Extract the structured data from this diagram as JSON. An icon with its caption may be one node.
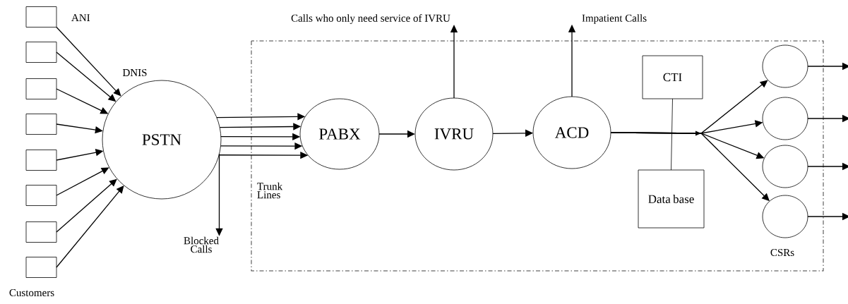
{
  "diagram": {
    "nodes": [
      {
        "text": [],
        "shape": "box"
      },
      {
        "text": [],
        "shape": "box"
      },
      {
        "text": [],
        "shape": "box"
      },
      {
        "text": [],
        "shape": "box"
      },
      {
        "text": [],
        "shape": "box"
      },
      {
        "text": [],
        "shape": "box"
      },
      {
        "text": [],
        "shape": "box"
      },
      {
        "text": [],
        "shape": "box"
      },
      {
        "text": [
          "PSTN"
        ],
        "beside": [
          "DNIS"
        ]
      },
      {
        "text": [
          "PABX"
        ]
      },
      {
        "text": [
          "IVRU"
        ]
      },
      {
        "text": [
          "ACD"
        ]
      },
      {
        "text": [
          "CTI"
        ]
      },
      {
        "text": [
          "Data base"
        ]
      },
      {
        "text": [],
        "shape": "circle"
      },
      {
        "text": [],
        "shape": "circle"
      },
      {
        "text": [],
        "shape": "circle"
      },
      {
        "text": [],
        "shape": "circle"
      },
      {
        "text": [
          "Blocked Calls"
        ]
      },
      {
        "text": [
          "Calls who only need service of IVRU"
        ]
      },
      {
        "text": [
          "Impatient Calls"
        ]
      }
    ],
    "edges": [
      {
        "from": 0,
        "to": 8,
        "arrow": "to"
      },
      {
        "from": 1,
        "to": 8,
        "arrow": "to"
      },
      {
        "from": 2,
        "to": 8,
        "arrow": "to"
      },
      {
        "from": 3,
        "to": 8,
        "arrow": "to"
      },
      {
        "from": 4,
        "to": 8,
        "arrow": "to"
      },
      {
        "from": 5,
        "to": 8,
        "arrow": "to"
      },
      {
        "from": 6,
        "to": 8,
        "arrow": "to"
      },
      {
        "from": 7,
        "to": 8,
        "arrow": "to"
      },
      {
        "from": 8,
        "to": 9,
        "arrow": "to"
      },
      {
        "from": 8,
        "to": 9,
        "arrow": "to"
      },
      {
        "from": 8,
        "to": 9,
        "arrow": "to"
      },
      {
        "from": 8,
        "to": 9,
        "arrow": "to"
      },
      {
        "from": 8,
        "to": 9,
        "arrow": "to"
      },
      {
        "from": 8,
        "to": 18,
        "arrow": "to"
      },
      {
        "from": 9,
        "to": 10,
        "arrow": "to"
      },
      {
        "from": 10,
        "to": 11,
        "arrow": "to"
      },
      {
        "from": 10,
        "to": 19,
        "arrow": "to"
      },
      {
        "from": 11,
        "to": 20,
        "arrow": "to"
      },
      {
        "from": 12,
        "to": 13,
        "arrow": "none"
      },
      {
        "from": 11,
        "to": 14,
        "arrow": "to"
      },
      {
        "from": 11,
        "to": 15,
        "arrow": "to"
      },
      {
        "from": 11,
        "to": 16,
        "arrow": "to"
      },
      {
        "from": 11,
        "to": 17,
        "arrow": "to"
      },
      {
        "from": 14,
        "to": null,
        "arrow": "to"
      },
      {
        "from": 15,
        "to": null,
        "arrow": "to"
      },
      {
        "from": 16,
        "to": null,
        "arrow": "to"
      },
      {
        "from": 17,
        "to": null,
        "arrow": "to"
      }
    ],
    "labels": [
      "ANI",
      "Trunk Lines",
      "Customers",
      "CSRs"
    ]
  }
}
